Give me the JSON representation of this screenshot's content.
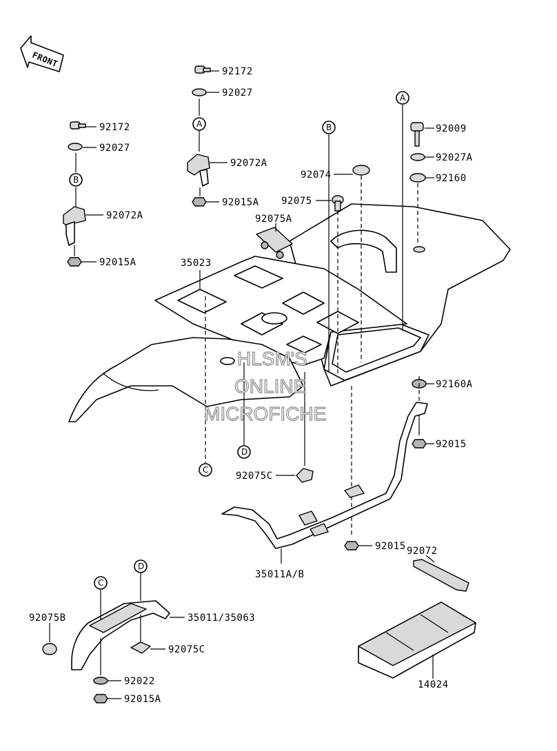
{
  "front_label": "FRONT",
  "watermark": [
    "HLSM'S",
    "ONLINE",
    "MICROFICHE"
  ],
  "callouts": {
    "p92172_a": "92172",
    "p92027_a": "92027",
    "p92072A_a": "92072A",
    "p92015A_a": "92015A",
    "p92172_b": "92172",
    "p92027_b": "92027",
    "p92072A_b": "92072A",
    "p92015A_b": "92015A",
    "p35023": "35023",
    "p92074": "92074",
    "p92075": "92075",
    "p92075A": "92075A",
    "p92009": "92009",
    "p92027A": "92027A",
    "p92160": "92160",
    "p92160A": "92160A",
    "p92015_a": "92015",
    "p92075C_a": "92075C",
    "p92015_b": "92015",
    "p35011AB": "35011A/B",
    "p92072": "92072",
    "p92075B": "92075B",
    "p35011_35063": "35011/35063",
    "p92075C_b": "92075C",
    "p92022": "92022",
    "p92015A_c": "92015A",
    "p14024": "14024"
  },
  "refs": {
    "A": "A",
    "B": "B",
    "C": "C",
    "D": "D"
  }
}
